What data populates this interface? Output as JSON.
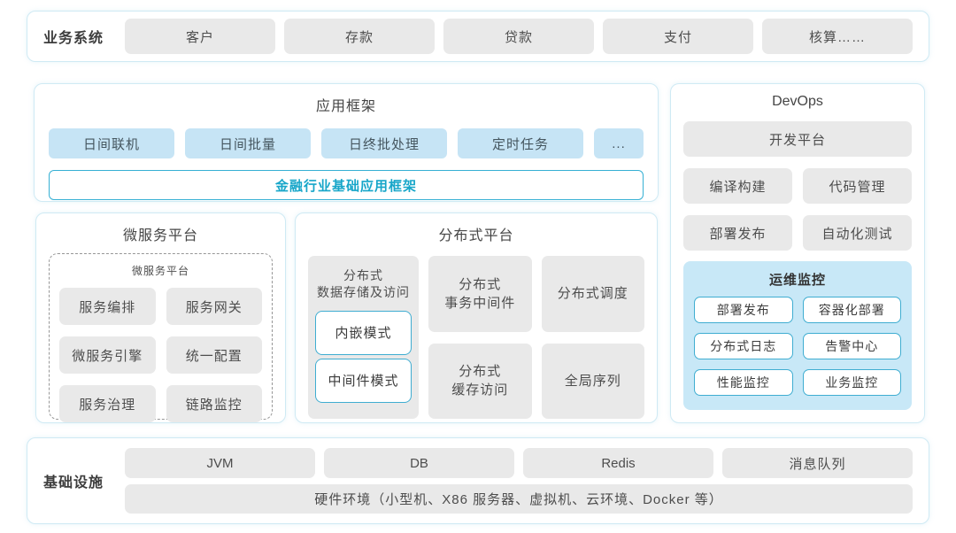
{
  "colors": {
    "panel_border": "#cfeaf4",
    "gray_box": "#e9e9e9",
    "blue_box": "#c6e4f5",
    "monitor_bg": "#c8e8f7",
    "cyan_border": "#3fadd1",
    "teal_text": "#17a6c9"
  },
  "business": {
    "label": "业务系统",
    "items": [
      "客户",
      "存款",
      "贷款",
      "支付",
      "核算……"
    ]
  },
  "app_framework": {
    "title": "应用框架",
    "modules": [
      "日间联机",
      "日间批量",
      "日终批处理",
      "定时任务",
      "..."
    ],
    "base": "金融行业基础应用框架"
  },
  "microservice": {
    "title": "微服务平台",
    "inner_title": "微服务平台",
    "items": [
      "服务编排",
      "服务网关",
      "微服务引擎",
      "统一配置",
      "服务治理",
      "链路监控"
    ]
  },
  "distributed": {
    "title": "分布式平台",
    "storage": {
      "label": "分布式\n数据存储及访问",
      "modes": [
        "内嵌模式",
        "中间件模式"
      ]
    },
    "transaction": "分布式\n事务中间件",
    "scheduling": "分布式调度",
    "cache": "分布式\n缓存访问",
    "sequence": "全局序列"
  },
  "devops": {
    "title": "DevOps",
    "platform": "开发平台",
    "items": [
      "编译构建",
      "代码管理",
      "部署发布",
      "自动化测试"
    ],
    "monitor": {
      "title": "运维监控",
      "items": [
        "部署发布",
        "容器化部署",
        "分布式日志",
        "告警中心",
        "性能监控",
        "业务监控"
      ]
    }
  },
  "infrastructure": {
    "label": "基础设施",
    "items": [
      "JVM",
      "DB",
      "Redis",
      "消息队列"
    ],
    "hardware": "硬件环境（小型机、X86 服务器、虚拟机、云环境、Docker 等）"
  }
}
